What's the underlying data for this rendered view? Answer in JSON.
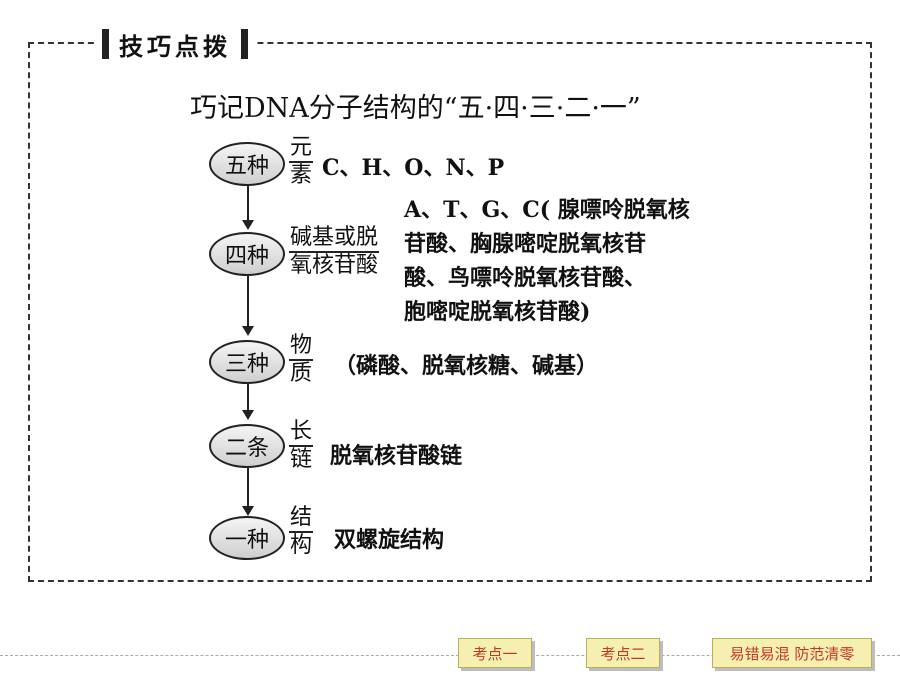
{
  "header": {
    "tip_label": "技巧点拨"
  },
  "title": "巧记DNA分子结构的“五·四·三·二·一”",
  "rows": [
    {
      "oval": "五种",
      "frac_top": "元",
      "frac_bot": "素",
      "desc": "C、H、O、N、P"
    },
    {
      "oval": "四种",
      "frac_top": "碱基或脱",
      "frac_bot": "氧核苷酸",
      "desc_lines": [
        "A、T、G、C( 腺嘌呤脱氧核",
        "苷酸、胸腺嘧啶脱氧核苷",
        "酸、鸟嘌呤脱氧核苷酸、",
        "胞嘧啶脱氧核苷酸)"
      ]
    },
    {
      "oval": "三种",
      "frac_top": "物",
      "frac_bot": "质",
      "desc": "（磷酸、脱氧核糖、碱基）"
    },
    {
      "oval": "二条",
      "frac_top": "长",
      "frac_bot": "链",
      "desc": "脱氧核苷酸链"
    },
    {
      "oval": "一种",
      "frac_top": "结",
      "frac_bot": "构",
      "desc": "双螺旋结构"
    }
  ],
  "nav": {
    "btn1": "考点一",
    "btn2": "考点二",
    "btn3": "易错易混  防范清零"
  }
}
